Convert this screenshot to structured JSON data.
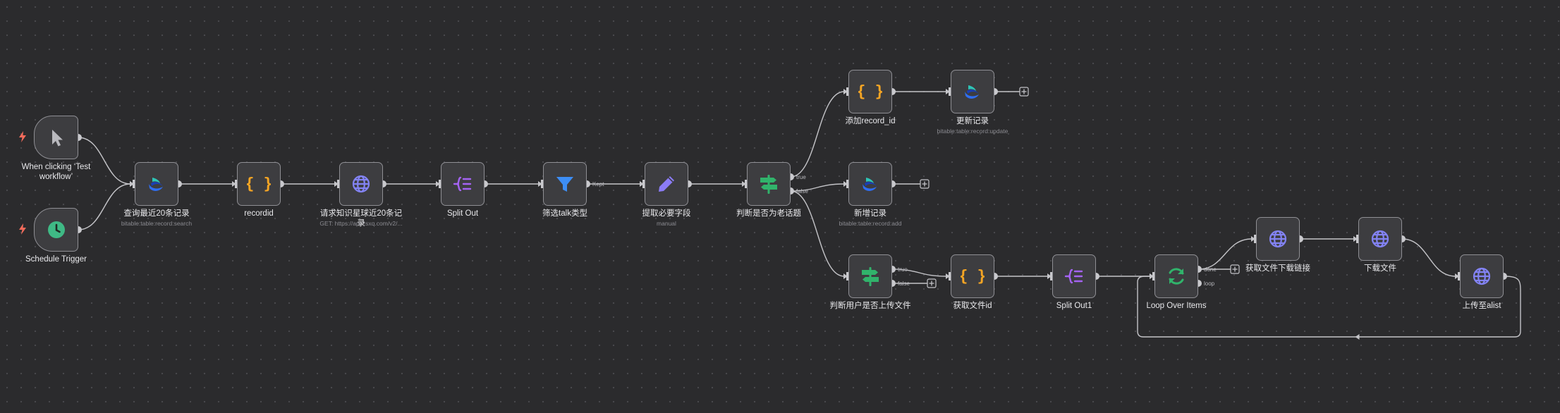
{
  "canvas": {
    "background": "#2b2b2d"
  },
  "colors": {
    "edge": "#c4c4c8",
    "node_fill": "#3d3d40",
    "node_border": "#8f8f94",
    "trigger_bolt": "#f26b5b",
    "code": "#f5a524",
    "http": "#8383f4",
    "split": "#a463f2",
    "filter": "#3d8ef5",
    "edit": "#8b7cf6",
    "if": "#31b36b",
    "loop": "#31b36b",
    "lark_blue": "#2f6ef2",
    "lark_teal": "#2ec5b6"
  },
  "nodes": {
    "manual_trigger": {
      "label": "When clicking ‘Test workflow’",
      "icon": "cursor-icon"
    },
    "schedule_trigger": {
      "label": "Schedule Trigger",
      "icon": "clock-icon"
    },
    "query20": {
      "label": "查询最近20条记录",
      "subtitle": "bitable:table:record:search",
      "icon": "lark-icon"
    },
    "recordid": {
      "label": "recordid",
      "icon": "code-braces-icon"
    },
    "request20": {
      "label": "请求知识星球近20条记录",
      "subtitle": "GET: https://api.zsxq.com/v2/...",
      "icon": "globe-icon"
    },
    "split_out": {
      "label": "Split Out",
      "icon": "split-icon"
    },
    "filter_talk": {
      "label": "筛选talk类型",
      "icon": "filter-icon"
    },
    "extract_fields": {
      "label": "提取必要字段",
      "subtitle": "manual",
      "icon": "pencil-icon"
    },
    "is_old_topic": {
      "label": "判断是否为老话题",
      "icon": "signpost-icon"
    },
    "add_record_id": {
      "label": "添加record_id",
      "icon": "code-braces-icon"
    },
    "update_record": {
      "label": "更新记录",
      "subtitle": "bitable:table:record:update",
      "icon": "lark-icon"
    },
    "new_record": {
      "label": "新增记录",
      "subtitle": "bitable:table:record:add",
      "icon": "lark-icon"
    },
    "user_uploaded": {
      "label": "判断用户是否上传文件",
      "icon": "signpost-icon"
    },
    "get_file_id": {
      "label": "获取文件id",
      "icon": "code-braces-icon"
    },
    "split_out1": {
      "label": "Split Out1",
      "icon": "split-icon"
    },
    "loop_items": {
      "label": "Loop Over Items",
      "icon": "loop-icon"
    },
    "get_download_link": {
      "label": "获取文件下载链接",
      "icon": "globe-icon"
    },
    "download_file": {
      "label": "下载文件",
      "icon": "globe-icon"
    },
    "upload_alist": {
      "label": "上传至alist",
      "icon": "globe-icon"
    }
  },
  "edge_labels": {
    "true": "true",
    "false": "false",
    "kept": "Kept",
    "done": "done",
    "loop": "loop"
  }
}
